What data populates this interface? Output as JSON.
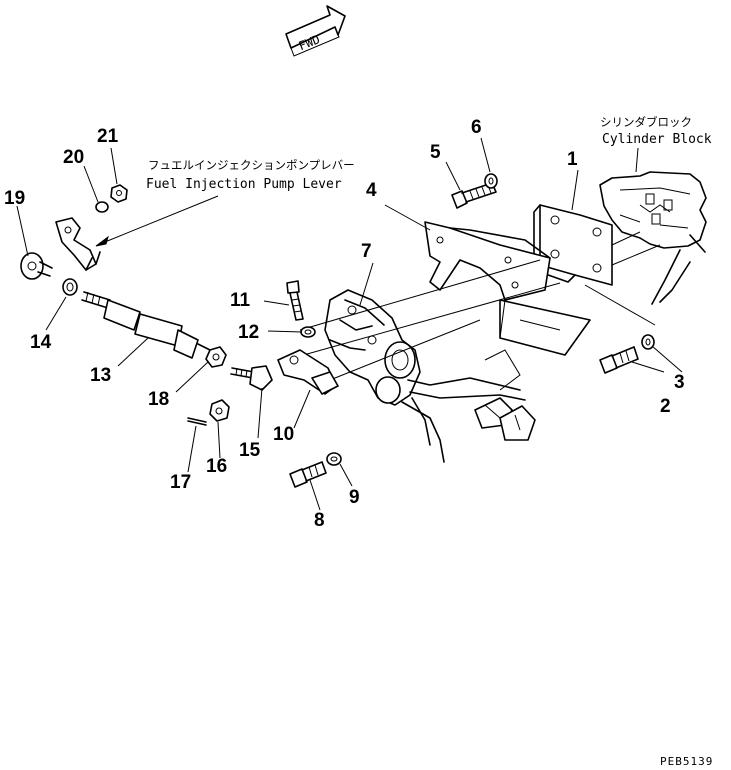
{
  "diagram": {
    "direction_marker": "FWD",
    "cylinder_block_label_jp": "シリンダブロック",
    "cylinder_block_label_en": "Cylinder Block",
    "fuel_pump_lever_label_jp": "フュエルインジェクションポンプレバー",
    "fuel_pump_lever_label_en": "Fuel Injection Pump Lever",
    "drawing_code": "PEB5139"
  },
  "callouts": {
    "n1": "1",
    "n2": "2",
    "n3": "3",
    "n4": "4",
    "n5": "5",
    "n6": "6",
    "n7": "7",
    "n8": "8",
    "n9": "9",
    "n10": "10",
    "n11": "11",
    "n12": "12",
    "n13": "13",
    "n14": "14",
    "n15": "15",
    "n16": "16",
    "n17": "17",
    "n18": "18",
    "n19": "19",
    "n20": "20",
    "n21": "21"
  }
}
